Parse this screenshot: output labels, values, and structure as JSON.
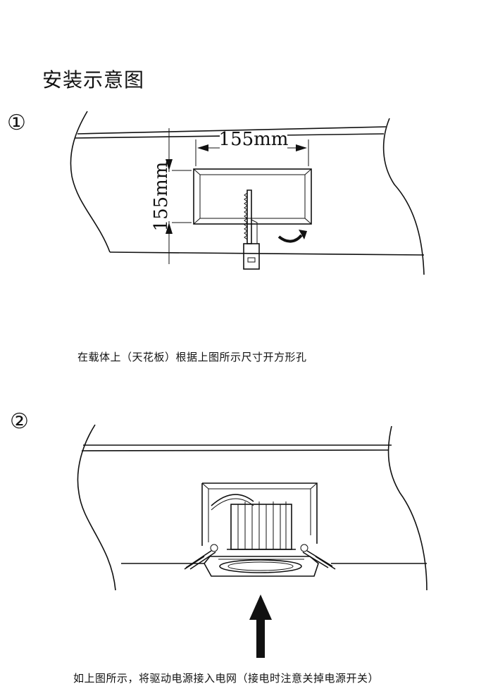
{
  "title": "安装示意图",
  "steps": [
    {
      "number": "①",
      "width_label": "155mm",
      "height_label": "155mm",
      "caption": "在载体上（天花板）根据上图所示尺寸开方形孔"
    },
    {
      "number": "②",
      "caption": "如上图所示，将驱动电源接入电网（接电时注意关掉电源开关）"
    }
  ]
}
